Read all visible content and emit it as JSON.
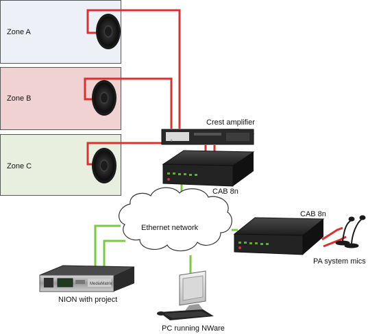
{
  "zones": [
    {
      "label": "Zone A",
      "color": "#edf1f7"
    },
    {
      "label": "Zone B",
      "color": "#f1d2d2"
    },
    {
      "label": "Zone C",
      "color": "#e8efdf"
    }
  ],
  "labels": {
    "crest_amplifier": "Crest amplifier",
    "cab_top": "CAB 8n",
    "cab_right": "CAB 8n",
    "ethernet": "Ethernet network",
    "pa_mics": "PA system mics",
    "nion": "NION with project",
    "pc": "PC running NWare",
    "nion_brand": "MediaMatrix"
  },
  "colors": {
    "speaker_wire": "#d93030",
    "network_wire": "#7ac943",
    "device_dark": "#1f1f1f",
    "device_mid": "#3a3a3a"
  }
}
